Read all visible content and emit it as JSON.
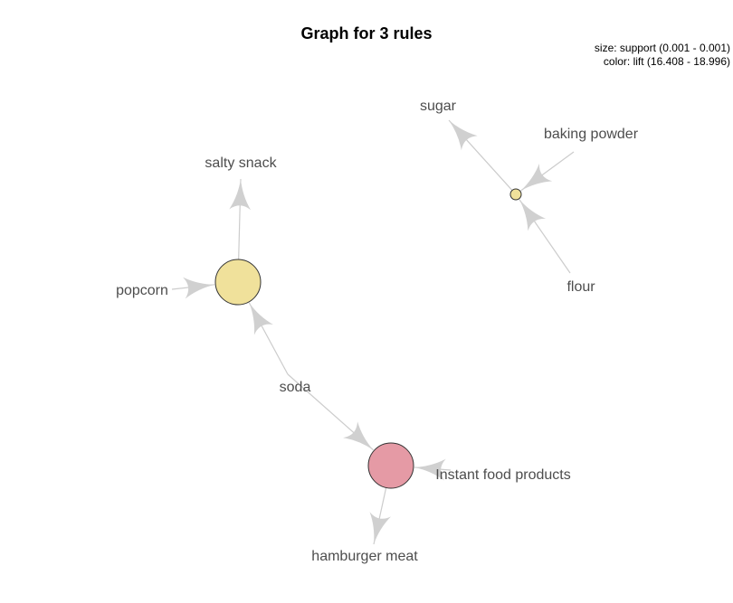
{
  "title": "Graph for 3 rules",
  "legend": {
    "size_text": "size: support (0.001 - 0.001)",
    "color_text": "color: lift (16.408 - 18.996)"
  },
  "colors": {
    "edge": "#cccccc",
    "arrow": "#d0d0d0",
    "node_border": "#333333",
    "item_text": "#4d4d4d",
    "low_lift": "#f0e19b",
    "high_lift": "#e59aa5"
  },
  "items": [
    {
      "id": "salty-snack",
      "label": "salty snack"
    },
    {
      "id": "popcorn",
      "label": "popcorn"
    },
    {
      "id": "soda",
      "label": "soda"
    },
    {
      "id": "instant-food",
      "label": "Instant food products"
    },
    {
      "id": "hamburger-meat",
      "label": "hamburger meat"
    },
    {
      "id": "sugar",
      "label": "sugar"
    },
    {
      "id": "baking-powder",
      "label": "baking powder"
    },
    {
      "id": "flour",
      "label": "flour"
    }
  ],
  "rules": [
    {
      "id": "rule-1",
      "lhs": [
        "popcorn",
        "soda"
      ],
      "rhs": [
        "salty-snack"
      ],
      "color": "#f0e19b"
    },
    {
      "id": "rule-2",
      "lhs": [
        "soda",
        "instant-food"
      ],
      "rhs": [
        "hamburger-meat"
      ],
      "color": "#e59aa5"
    },
    {
      "id": "rule-3",
      "lhs": [
        "baking-powder",
        "flour"
      ],
      "rhs": [
        "sugar"
      ],
      "color": "#f0e19b"
    }
  ]
}
